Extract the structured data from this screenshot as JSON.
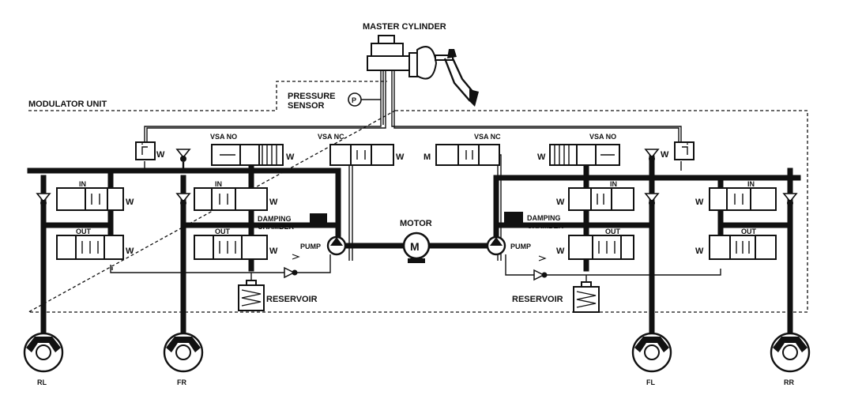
{
  "labels": {
    "master_cylinder": "MASTER CYLINDER",
    "modulator_unit": "MODULATOR UNIT",
    "pressure_sensor_line1": "PRESSURE",
    "pressure_sensor_line2": "SENSOR",
    "pressure_symbol": "P",
    "motor": "MOTOR",
    "motor_symbol": "M",
    "pump": "PUMP",
    "damping_line1": "DAMPING",
    "damping_line2": "CHAMBER",
    "reservoir": "RESERVOIR",
    "vsa_no": "VSA NO",
    "vsa_nc": "VSA NC",
    "in": "IN",
    "out": "OUT",
    "coil": "W",
    "coil_left": "M"
  },
  "wheels": [
    "RL",
    "FR",
    "FL",
    "RR"
  ]
}
